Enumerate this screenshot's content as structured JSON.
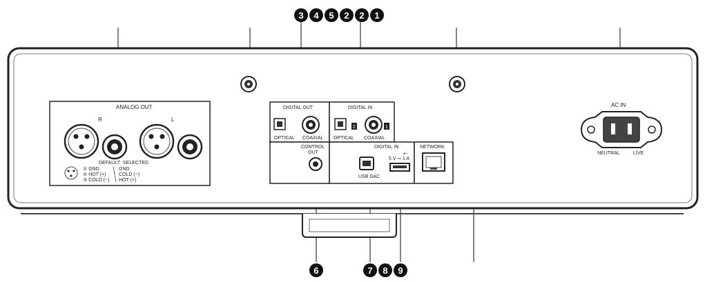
{
  "callouts_top": [
    "3",
    "4",
    "5",
    "2",
    "2",
    "1"
  ],
  "callouts_bottom": [
    "6",
    "7",
    "8",
    "9"
  ],
  "analog_out": {
    "title": "ANALOG OUT",
    "right": "R",
    "left": "L",
    "default": "DEFAULT",
    "selected": "SELECTED",
    "pin1_default": "① GND",
    "pin2_default": "② HOT (+)",
    "pin3_default": "③ COLD (−)",
    "pin1_selected": "GND",
    "pin2_selected": "COLD (−)",
    "pin3_selected": "HOT (+)"
  },
  "digital_out": {
    "title": "DIGITAL OUT",
    "optical": "OPTICAL",
    "coaxial": "COAXIAL"
  },
  "digital_in_top": {
    "title": "DIGITAL IN",
    "optical": "OPTICAL",
    "coaxial": "COAXIAL",
    "num_optical": "2",
    "num_coaxial": "1"
  },
  "control_out": {
    "line1": "CONTROL",
    "line2": "OUT"
  },
  "digital_in_usb": {
    "title": "DIGITAL IN",
    "usb_dac": "USB DAC",
    "usb_power": "5 V ⎓ 1 A",
    "usb_symbol": "⭠"
  },
  "network": {
    "title": "NETWORK"
  },
  "ac_in": {
    "title": "AC IN",
    "neutral": "NEUTRAL",
    "live": "LIVE"
  }
}
